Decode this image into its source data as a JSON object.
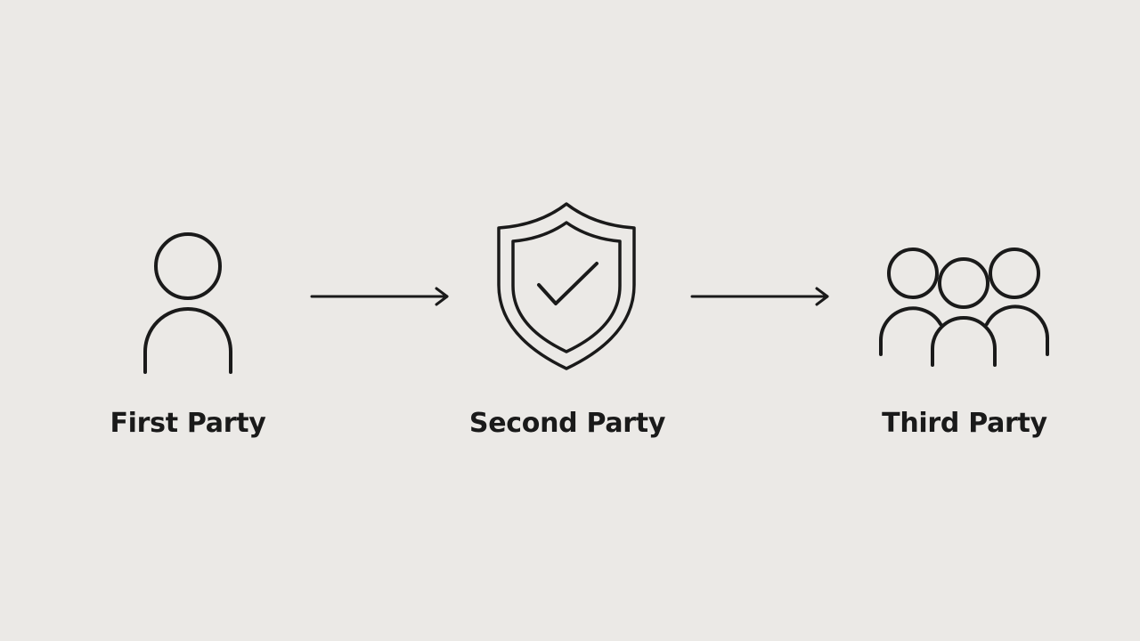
{
  "nodes": [
    {
      "id": "first",
      "label": "First Party",
      "icon": "person-icon"
    },
    {
      "id": "second",
      "label": "Second Party",
      "icon": "shield-check-icon"
    },
    {
      "id": "third",
      "label": "Third Party",
      "icon": "group-icon"
    }
  ],
  "edges": [
    {
      "from": "first",
      "to": "second"
    },
    {
      "from": "second",
      "to": "third"
    }
  ],
  "colors": {
    "background": "#ebe9e6",
    "stroke": "#1a1a1a"
  }
}
